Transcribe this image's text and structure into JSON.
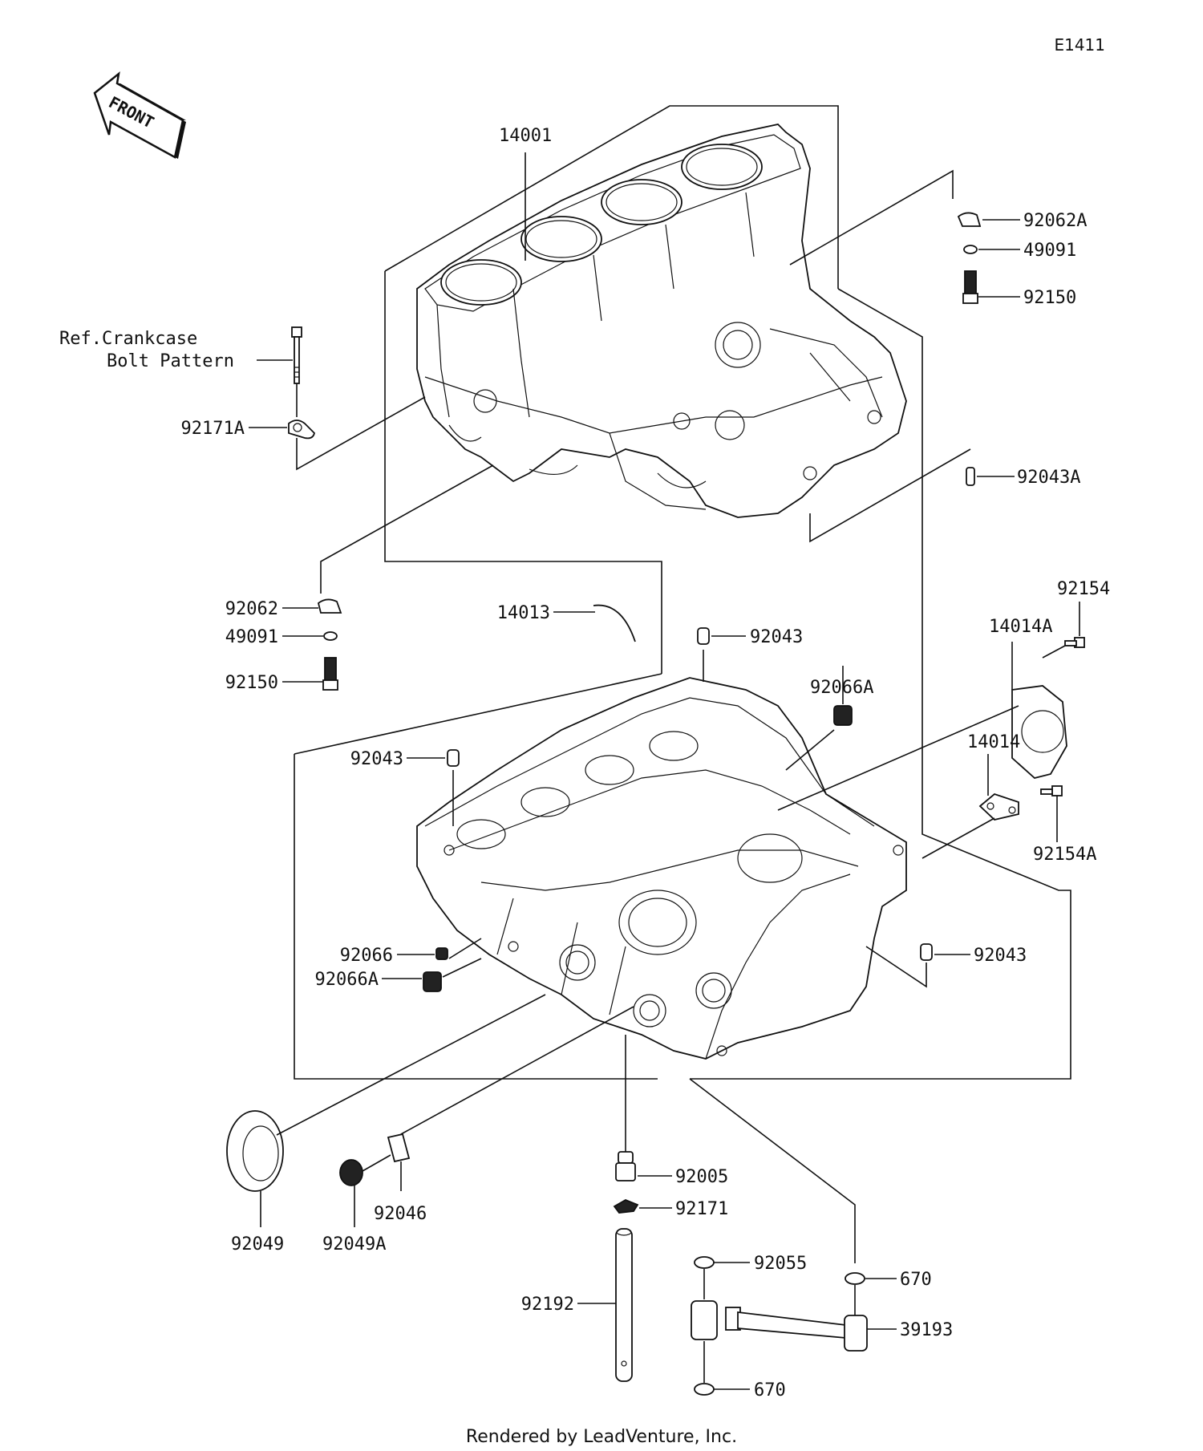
{
  "diagram_id": "E1411",
  "front_label": "FRONT",
  "ref_note": [
    "Ref.Crankcase",
    "Bolt Pattern"
  ],
  "footer": "Rendered by LeadVenture, Inc.",
  "labels": {
    "p14001": "14001",
    "p92062A": "92062A",
    "p49091_top": "49091",
    "p92150_top": "92150",
    "p92171A": "92171A",
    "p92043A": "92043A",
    "p92062": "92062",
    "p49091": "49091",
    "p92150": "92150",
    "p14013": "14013",
    "p92043_a": "92043",
    "p92154": "92154",
    "p14014A": "14014A",
    "p92066A_top": "92066A",
    "p92043_b": "92043",
    "p14014": "14014",
    "p92154A": "92154A",
    "p92066": "92066",
    "p92066A": "92066A",
    "p92043_c": "92043",
    "p92049": "92049",
    "p92049A": "92049A",
    "p92046": "92046",
    "p92005": "92005",
    "p92171": "92171",
    "p92055": "92055",
    "p670_a": "670",
    "p92192": "92192",
    "p39193": "39193",
    "p670_b": "670"
  }
}
